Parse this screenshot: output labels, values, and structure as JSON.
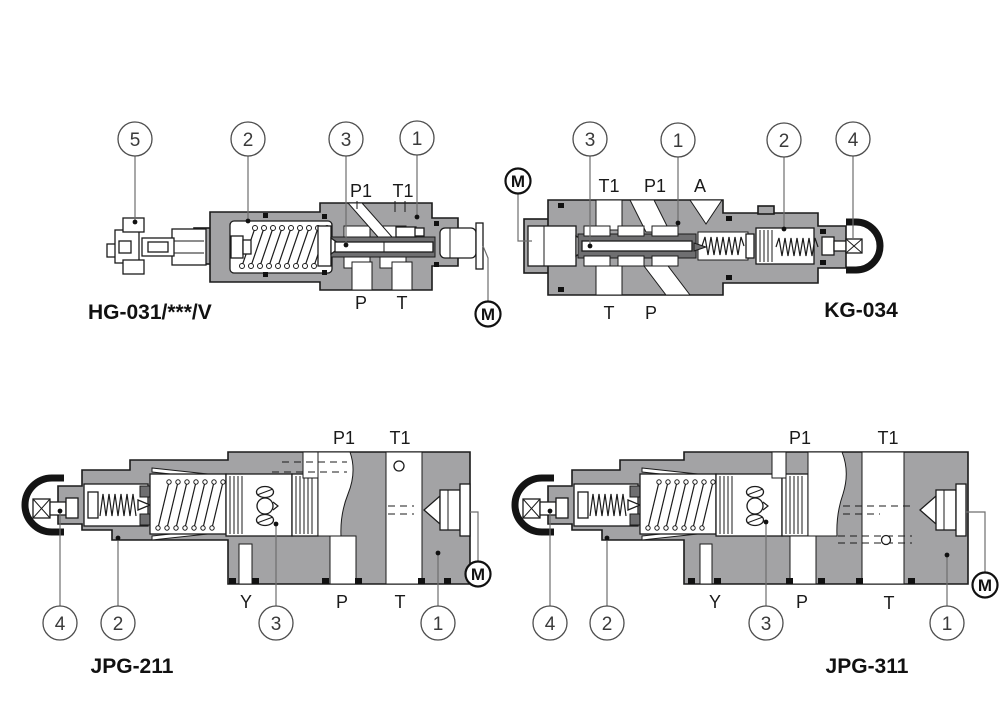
{
  "colors": {
    "background": "#ffffff",
    "body_gray": "#a3a3a5",
    "bore_dark": "#6f6f71",
    "outline": "#1b1b1b",
    "leader_gray": "#6e6e6e"
  },
  "diagrams": {
    "hg031": {
      "model": "HG-031/***/V",
      "gauge": "M",
      "callouts": [
        "5",
        "2",
        "3",
        "1"
      ],
      "ports_top": [
        "P1",
        "T1"
      ],
      "ports_bottom": [
        "P",
        "T"
      ]
    },
    "kg034": {
      "model": "KG-034",
      "gauge": "M",
      "callouts": [
        "3",
        "1",
        "2",
        "4"
      ],
      "ports_top": [
        "T1",
        "P1",
        "A"
      ],
      "ports_bottom": [
        "T",
        "P"
      ]
    },
    "jpg211": {
      "model": "JPG-211",
      "gauge": "M",
      "callouts": [
        "4",
        "2",
        "3",
        "1"
      ],
      "ports_top": [
        "P1",
        "T1"
      ],
      "ports_bottom": [
        "Y",
        "P",
        "T"
      ]
    },
    "jpg311": {
      "model": "JPG-311",
      "gauge": "M",
      "callouts": [
        "4",
        "2",
        "3",
        "1"
      ],
      "ports_top": [
        "P1",
        "T1"
      ],
      "ports_bottom": [
        "Y",
        "P",
        "T"
      ]
    }
  }
}
